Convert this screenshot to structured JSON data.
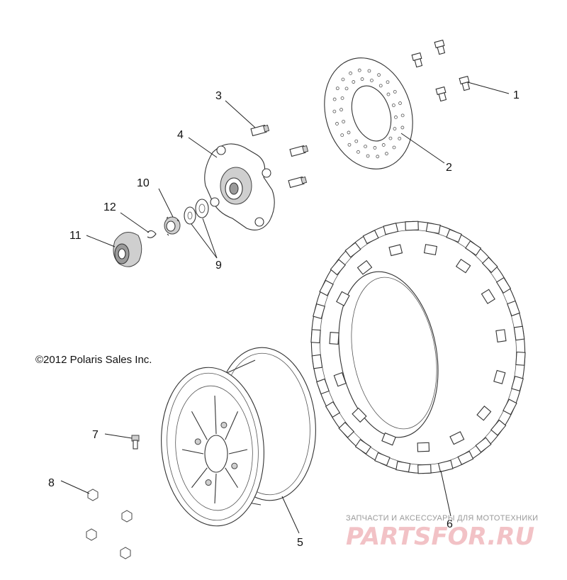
{
  "copyright": "©2012 Polaris Sales Inc.",
  "callouts": [
    {
      "id": "1",
      "label": "1",
      "part": "brake disc bolt"
    },
    {
      "id": "2",
      "label": "2",
      "part": "brake disc"
    },
    {
      "id": "3",
      "label": "3",
      "part": "wheel stud"
    },
    {
      "id": "4",
      "label": "4",
      "part": "wheel hub"
    },
    {
      "id": "5",
      "label": "5",
      "part": "wheel rim"
    },
    {
      "id": "6",
      "label": "6",
      "part": "tire"
    },
    {
      "id": "7",
      "label": "7",
      "part": "valve stem"
    },
    {
      "id": "8",
      "label": "8",
      "part": "lug nut"
    },
    {
      "id": "9",
      "label": "9",
      "part": "washers"
    },
    {
      "id": "10",
      "label": "10",
      "part": "castle nut"
    },
    {
      "id": "11",
      "label": "11",
      "part": "hub cap"
    },
    {
      "id": "12",
      "label": "12",
      "part": "cotter pin"
    }
  ],
  "watermark": {
    "tagline": "ЗАПЧАСТИ И АКСЕССУАРЫ ДЛЯ МОТОТЕХНИКИ",
    "logo": "PARTSFOR.RU",
    "color": "#e8a0a8"
  }
}
